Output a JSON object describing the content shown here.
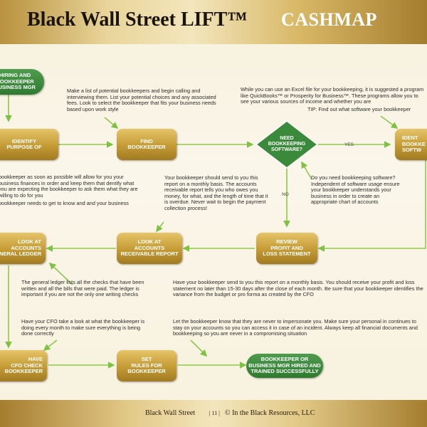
{
  "header": {
    "title": "Black Wall Street LIFT™",
    "subtitle": "CASHMAP"
  },
  "nodes": {
    "start": "HIRING AND\n BOOKKEEPER\nBUSINESS MGR",
    "identify_purpose": "IDENTIFY\nPURPOSE OF",
    "find_bookkeeper": "FIND\nBOOKKEEPER",
    "need_software": "NEED\nBOOKKEEPING\nSOFTWARE?",
    "identify_software": "IDENT\nBOOKKE\nSOFTW",
    "review_pl": "REVIEW\nPROFIT AND\nLOSS STATEMENT",
    "look_ar": "LOOK AT\nACCOUNTS\nRECEIVABLE REPORT",
    "look_gl": "LOOK AT\nACCOUNTS\nGENERAL LEDGER",
    "cfo_check": "HAVE\nCFO CHECK\nBOOKKEEPER",
    "set_rules": "SET\nRULES FOR\nBOOKKEEPER",
    "end": "BOOKKEEPER OR\nBUSINESS MGR HIRED AND\nTRAINED SUCCESSFULLY"
  },
  "labels": {
    "yes": "YES",
    "no": "NO"
  },
  "notes": {
    "find_list": "Make a list of potential bookkeepers and begin calling and interviewing them. List your potential choices and any associated fees. Look to select the bookkeeper that fits your business needs based upon work style",
    "software_excel": "While you can use an Excel file for your bookkeeping, it is suggested a program like QuickBooks™ or Prosperity for Business™. These programs allow you to see your various sources of income and whether you are",
    "software_tip": "TIP: Find out what software your bookkeeper",
    "purpose_1": "bookkeeper as soon as possible will allow for you your business finances in order and keep them that dentify what you are expecting the bookkeeper to ask them what they are willing to do for you",
    "purpose_2": "bookkeeper needs to get to know and and your business",
    "ar_report": "Your bookkeeper should send to you this report on a monthly basis. The accounts receivable report tells you who owes you money, for what, and the length of time that it is overdue. Never wait to begin the payment collection process!",
    "need_software_q": "Do you need bookkeeping software? Independent of software usage ensure your bookkeeper understands your business in order to create an appropriate chart of accounts",
    "gl_note": "The general ledger lists all the checks that have been written and all the bills that were paid. The ledger is important if you are not the only one writing checks",
    "pl_note": "Have your bookkeeper send to you this report on a monthly basis. You should receive your profit and loss statement no later than 15-30 days after the close of each month. Be sure that your bookkeeper identifies the variance from the budget or pro forma as created by the CFO",
    "cfo_note": "Have your CFO take a look at what the bookkeeper is doing every month to make sure everything is being done correctly",
    "rules_note": "Let the bookkeeper know that they are never to impersonate you. Make sure your personal in continues to stay on your accounts so you can access it in case of an incident. Always keep all financial documents and bookkeeping so you are never in a compromising situation"
  },
  "footer": {
    "left": "Black Wall Street",
    "page": "| 11 |",
    "right": "© In the Black Resources, LLC"
  },
  "colors": {
    "gold": "#c49a35",
    "green": "#2f7a30",
    "line": "#7fc241"
  }
}
